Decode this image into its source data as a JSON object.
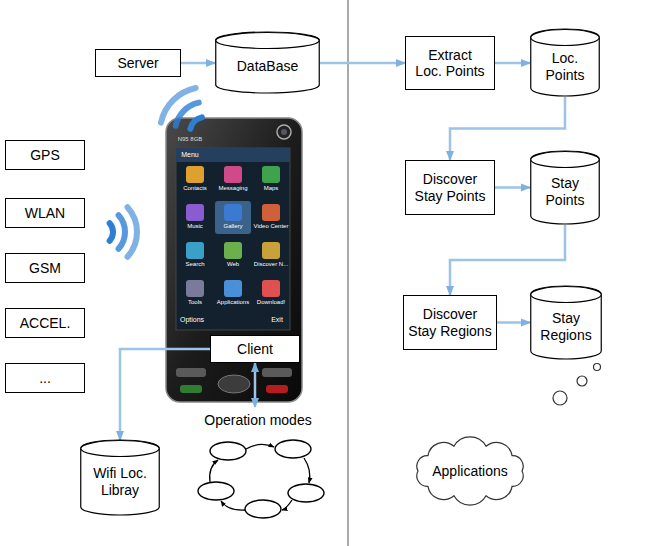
{
  "diagram": {
    "nodes": [
      {
        "text": [
          "Server"
        ]
      },
      {
        "text": [
          "DataBase"
        ]
      },
      {
        "text": [
          "Extract Loc. Points"
        ]
      },
      {
        "text": [
          "Loc. Points"
        ]
      },
      {
        "text": [
          "GPS"
        ]
      },
      {
        "text": [
          "WLAN"
        ]
      },
      {
        "text": [
          "GSM"
        ]
      },
      {
        "text": [
          "ACCEL."
        ]
      },
      {
        "text": [
          "..."
        ]
      },
      {
        "text": [
          "Discover Stay Points"
        ]
      },
      {
        "text": [
          "Stay Points"
        ]
      },
      {
        "text": [
          "Discover Stay Regions"
        ]
      },
      {
        "text": [
          "Stay Regions"
        ]
      },
      {
        "text": [
          "Client"
        ]
      },
      {
        "text": [
          "Operation modes"
        ]
      },
      {
        "text": [
          "Wifi Loc. Libray"
        ]
      },
      {
        "text": [
          "Applications"
        ]
      }
    ],
    "edges": [
      {
        "from": 0,
        "to": 1,
        "arrow": "to"
      },
      {
        "from": 1,
        "to": 2,
        "arrow": "to"
      },
      {
        "from": 2,
        "to": 3,
        "arrow": "to"
      },
      {
        "from": 3,
        "to": 9,
        "arrow": "to"
      },
      {
        "from": 9,
        "to": 10,
        "arrow": "to"
      },
      {
        "from": 10,
        "to": 11,
        "arrow": "to"
      },
      {
        "from": 11,
        "to": 12,
        "arrow": "to"
      },
      {
        "from": 13,
        "to": 15,
        "arrow": "to"
      },
      {
        "from": 13,
        "to": 14,
        "arrow": "both"
      }
    ],
    "labels": [
      "Menu",
      "Contacts",
      "Messaging",
      "Maps",
      "Music",
      "Gallery",
      "Video Center",
      "Search",
      "Web",
      "Discover N...",
      "Tools",
      "Applications",
      "Download!",
      "Options",
      "Exit",
      "N95 8GB"
    ]
  }
}
